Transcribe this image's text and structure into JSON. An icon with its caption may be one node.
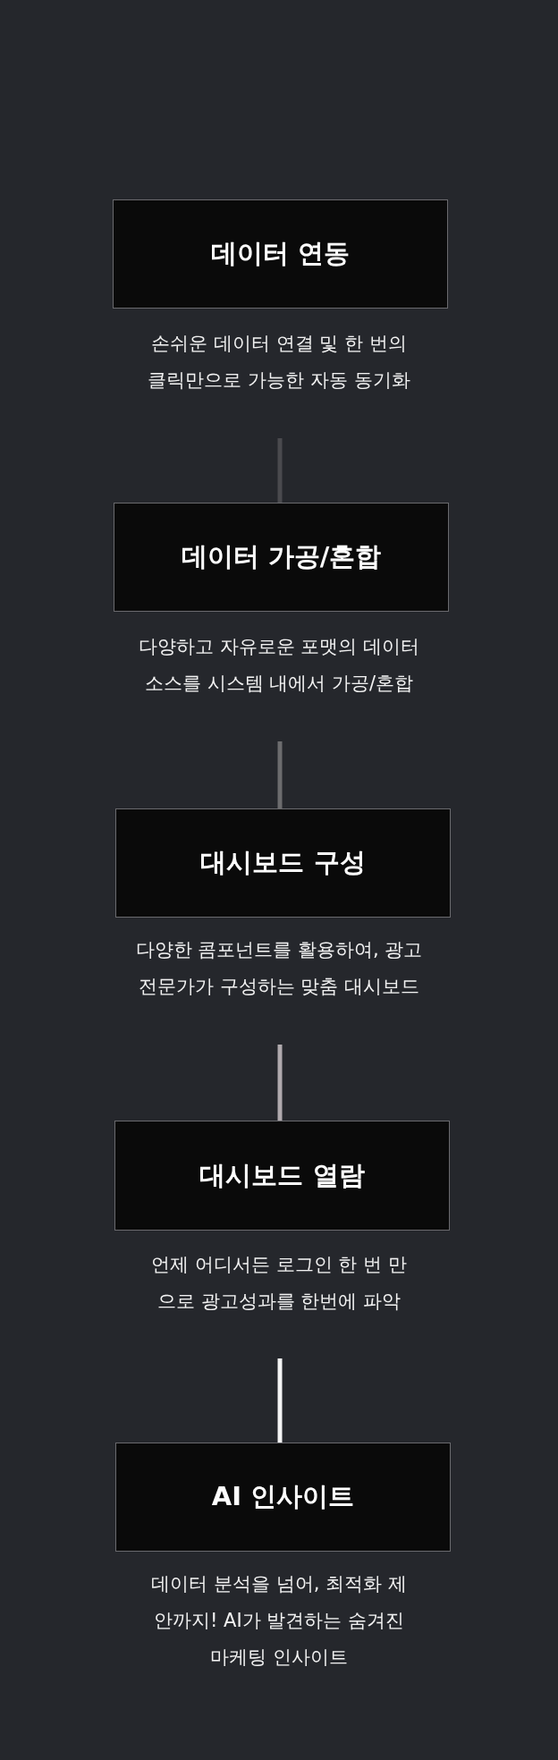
{
  "diagram": {
    "nodes": [
      {
        "text": [
          "데이터 연동"
        ]
      },
      {
        "text": [
          "손쉬운 데이터 연결 및 한 번의 클릭만으로 가능한 자동 동기화"
        ]
      },
      {
        "text": [
          "데이터 가공/혼합"
        ]
      },
      {
        "text": [
          "다양하고 자유로운 포맷의 데이터 소스를 시스템 내에서 가공/혼합"
        ]
      },
      {
        "text": [
          "대시보드 구성"
        ]
      },
      {
        "text": [
          "다양한 콤포넌트를 활용하여, 광고 전문가가 구성하는 맞춤 대시보드"
        ]
      },
      {
        "text": [
          "대시보드 열람"
        ]
      },
      {
        "text": [
          "언제 어디서든 로그인 한 번 만으로 광고성과를 한번에 파악"
        ]
      },
      {
        "text": [
          "AI 인사이트"
        ]
      },
      {
        "text": [
          "데이터 분석을 넘어, 최적화 제안까지! AI가 발견하는 숨겨진 마케팅 인사이트"
        ]
      }
    ],
    "edges": [
      {
        "from": 1,
        "to": 2,
        "arrow": "none",
        "color": "#4a4a4e"
      },
      {
        "from": 3,
        "to": 4,
        "arrow": "none",
        "color": "#6c6c6e"
      },
      {
        "from": 5,
        "to": 6,
        "arrow": "none",
        "color": "#b0aaae"
      },
      {
        "from": 7,
        "to": 8,
        "arrow": "none",
        "color": "#f4f4f4"
      }
    ]
  }
}
